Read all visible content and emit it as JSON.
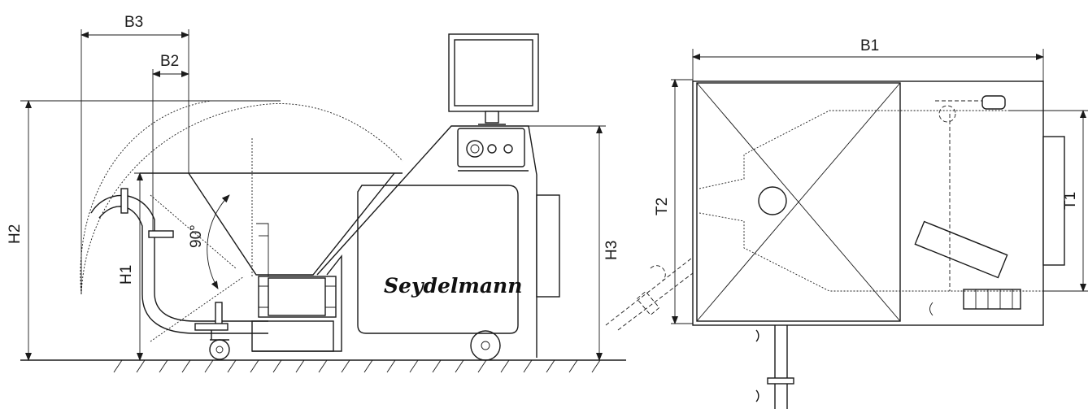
{
  "brand": "Seydelmann",
  "angle_label": "90°",
  "dimensions": {
    "b1": "B1",
    "b2": "B2",
    "b3": "B3",
    "h1": "H1",
    "h2": "H2",
    "h3": "H3",
    "t1": "T1",
    "t2": "T2"
  }
}
